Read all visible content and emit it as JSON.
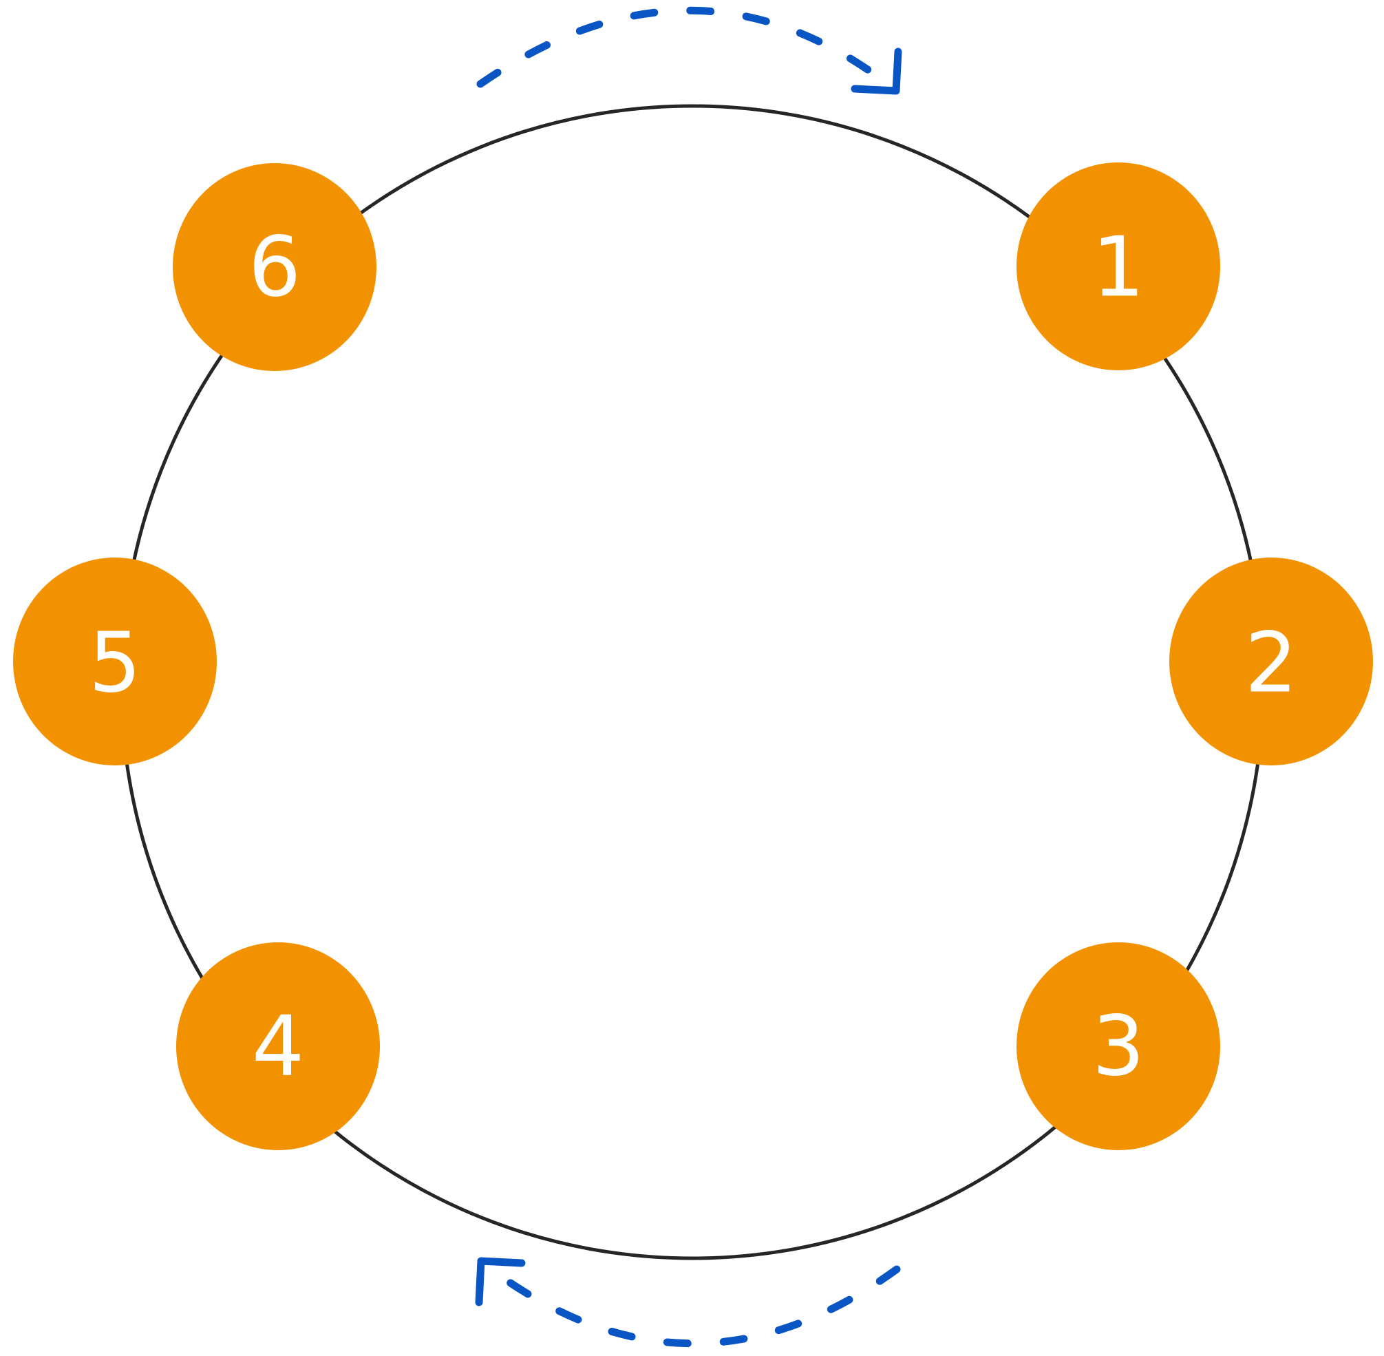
{
  "colors": {
    "background": "#ffffff",
    "ring": "#262626",
    "node_fill": "#f29200",
    "node_text": "#ffffff",
    "arrow": "#0a55c4"
  },
  "arrows": [
    {
      "icon": "clockwise-arrow-icon"
    },
    {
      "icon": "clockwise-arrow-icon"
    }
  ],
  "nodes": [
    {
      "label": "1"
    },
    {
      "label": "2"
    },
    {
      "label": "3"
    },
    {
      "label": "4"
    },
    {
      "label": "5"
    },
    {
      "label": "6"
    }
  ]
}
